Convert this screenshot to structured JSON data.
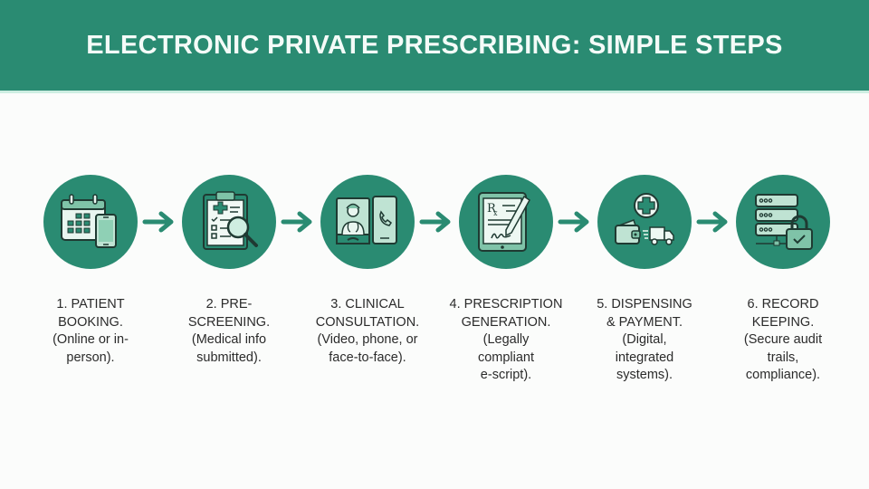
{
  "header": {
    "title": "ELECTRONIC PRIVATE PRESCRIBING: SIMPLE STEPS"
  },
  "colors": {
    "primary": "#2a8b72",
    "icon_fill": "#bfe3d3",
    "icon_stroke": "#1f3a32",
    "text": "#2b2b2b",
    "header_text": "#f4fbf8"
  },
  "steps": [
    {
      "number": "1",
      "title_lines": [
        "1. PATIENT",
        "BOOKING."
      ],
      "desc_lines": [
        "(Online or in-",
        "person)."
      ],
      "icon": "calendar-phone-icon"
    },
    {
      "number": "2",
      "title_lines": [
        "2. PRE-",
        "SCREENING."
      ],
      "desc_lines": [
        "(Medical info",
        "submitted)."
      ],
      "icon": "clipboard-magnifier-icon"
    },
    {
      "number": "3",
      "title_lines": [
        "3. CLINICAL",
        "CONSULTATION."
      ],
      "desc_lines": [
        "(Video, phone, or",
        "face-to-face)."
      ],
      "icon": "doctor-video-call-icon"
    },
    {
      "number": "4",
      "title_lines": [
        "4. PRESCRIPTION",
        "GENERATION."
      ],
      "desc_lines": [
        "(Legally",
        "compliant",
        "e-script)."
      ],
      "icon": "tablet-rx-signature-icon"
    },
    {
      "number": "5",
      "title_lines": [
        "5. DISPENSING",
        "& PAYMENT."
      ],
      "desc_lines": [
        "(Digital,",
        "integrated",
        "systems)."
      ],
      "icon": "wallet-delivery-cross-icon"
    },
    {
      "number": "6",
      "title_lines": [
        "6. RECORD",
        "KEEPING."
      ],
      "desc_lines": [
        "(Secure audit",
        "trails,",
        "compliance)."
      ],
      "icon": "server-lock-icon"
    }
  ],
  "connectors": [
    "arrow-right-icon",
    "arrow-right-icon",
    "arrow-right-icon",
    "arrow-right-icon",
    "arrow-right-icon"
  ]
}
